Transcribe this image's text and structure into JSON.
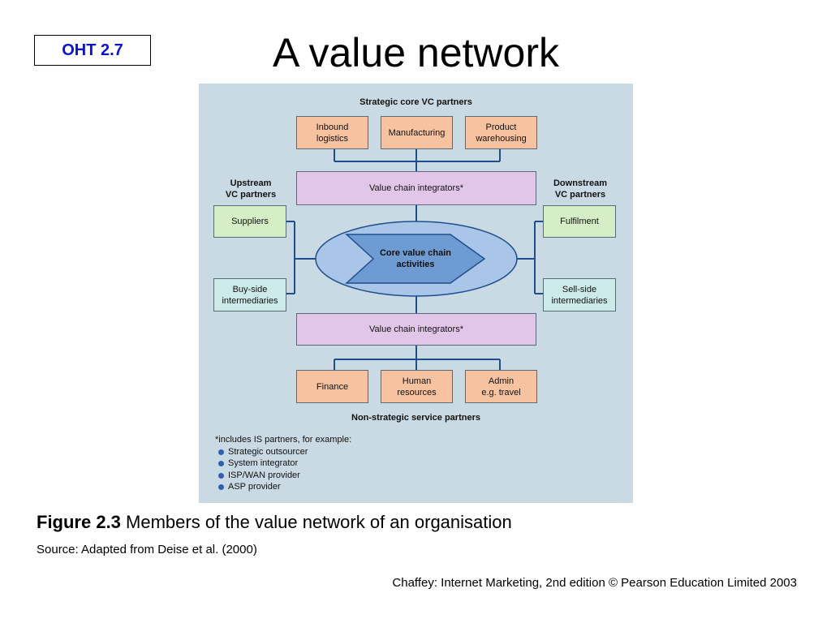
{
  "slide": {
    "tag": "OHT 2.7",
    "title": "A value network"
  },
  "diagram": {
    "strategic_core_label": "Strategic core VC partners",
    "strategic_core_boxes": [
      "Inbound\nlogistics",
      "Manufacturing",
      "Product\nwarehousing"
    ],
    "integrator_top": "Value chain integrators*",
    "upstream_label": "Upstream\nVC partners",
    "downstream_label": "Downstream\nVC partners",
    "upstream_boxes": [
      "Suppliers",
      "Buy-side\nintermediaries"
    ],
    "downstream_boxes": [
      "Fulfilment",
      "Sell-side\nintermediaries"
    ],
    "core_activity": "Core value chain\nactivities",
    "integrator_bottom": "Value chain integrators*",
    "non_strategic_boxes": [
      "Finance",
      "Human\nresources",
      "Admin\ne.g. travel"
    ],
    "non_strategic_label": "Non-strategic service partners",
    "footnote_title": "*includes IS partners, for example:",
    "footnote_items": [
      "Strategic outsourcer",
      "System integrator",
      "ISP/WAN provider",
      "ASP provider"
    ],
    "colors": {
      "background": "#c9dae4",
      "strategic": "#f7c2a0",
      "integrator": "#e2c6ea",
      "upstream_supplier": "#d5eec6",
      "intermediary": "#cdeaea",
      "connector": "#1f4e8c"
    }
  },
  "caption": {
    "figure": "Figure 2.3",
    "text": " Members of the value network of an organisation",
    "source": "Source: Adapted from Deise et al. (2000)"
  },
  "credit": "Chaffey: Internet Marketing, 2nd edition © Pearson Education Limited 2003"
}
